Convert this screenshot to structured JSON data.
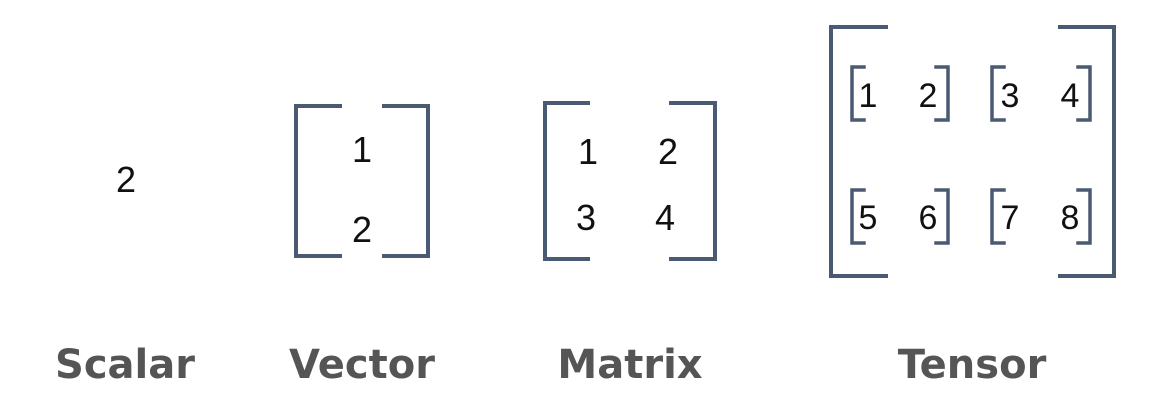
{
  "scalar": {
    "value": "2",
    "label": "Scalar"
  },
  "vector": {
    "values": [
      "1",
      "2"
    ],
    "label": "Vector"
  },
  "matrix": {
    "values": [
      [
        "1",
        "2"
      ],
      [
        "3",
        "4"
      ]
    ],
    "label": "Matrix"
  },
  "tensor": {
    "label": "Tensor",
    "blocks": [
      [
        "1",
        "2"
      ],
      [
        "3",
        "4"
      ],
      [
        "5",
        "6"
      ],
      [
        "7",
        "8"
      ]
    ]
  },
  "colors": {
    "bracket": "#4a5a72",
    "label": "#555555",
    "text": "#111111"
  }
}
